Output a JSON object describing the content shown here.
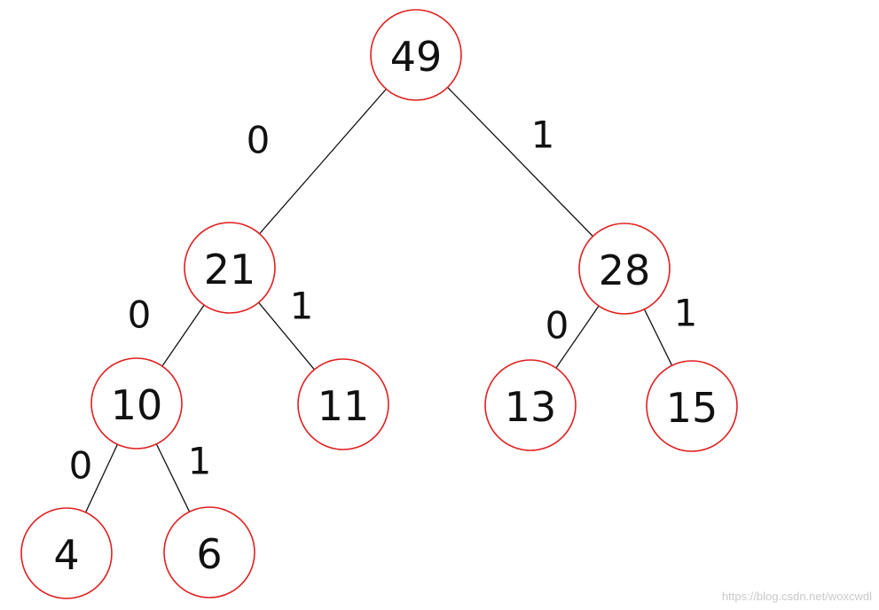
{
  "tree": {
    "nodes": [
      {
        "id": "n49",
        "label": "49"
      },
      {
        "id": "n21",
        "label": "21"
      },
      {
        "id": "n28",
        "label": "28"
      },
      {
        "id": "n10",
        "label": "10"
      },
      {
        "id": "n11",
        "label": "11"
      },
      {
        "id": "n13",
        "label": "13"
      },
      {
        "id": "n15",
        "label": "15"
      },
      {
        "id": "n4",
        "label": "4"
      },
      {
        "id": "n6",
        "label": "6"
      }
    ],
    "edges": [
      {
        "from": "n49",
        "to": "n21",
        "label": "0"
      },
      {
        "from": "n49",
        "to": "n28",
        "label": "1"
      },
      {
        "from": "n21",
        "to": "n10",
        "label": "0"
      },
      {
        "from": "n21",
        "to": "n11",
        "label": "1"
      },
      {
        "from": "n28",
        "to": "n13",
        "label": "0"
      },
      {
        "from": "n28",
        "to": "n15",
        "label": "1"
      },
      {
        "from": "n10",
        "to": "n4",
        "label": "0"
      },
      {
        "from": "n10",
        "to": "n6",
        "label": "1"
      }
    ]
  },
  "colors": {
    "node_stroke": "#e02020",
    "edge": "#111111",
    "text": "#111111"
  },
  "watermark": "https://blog.csdn.net/woxcwdl"
}
